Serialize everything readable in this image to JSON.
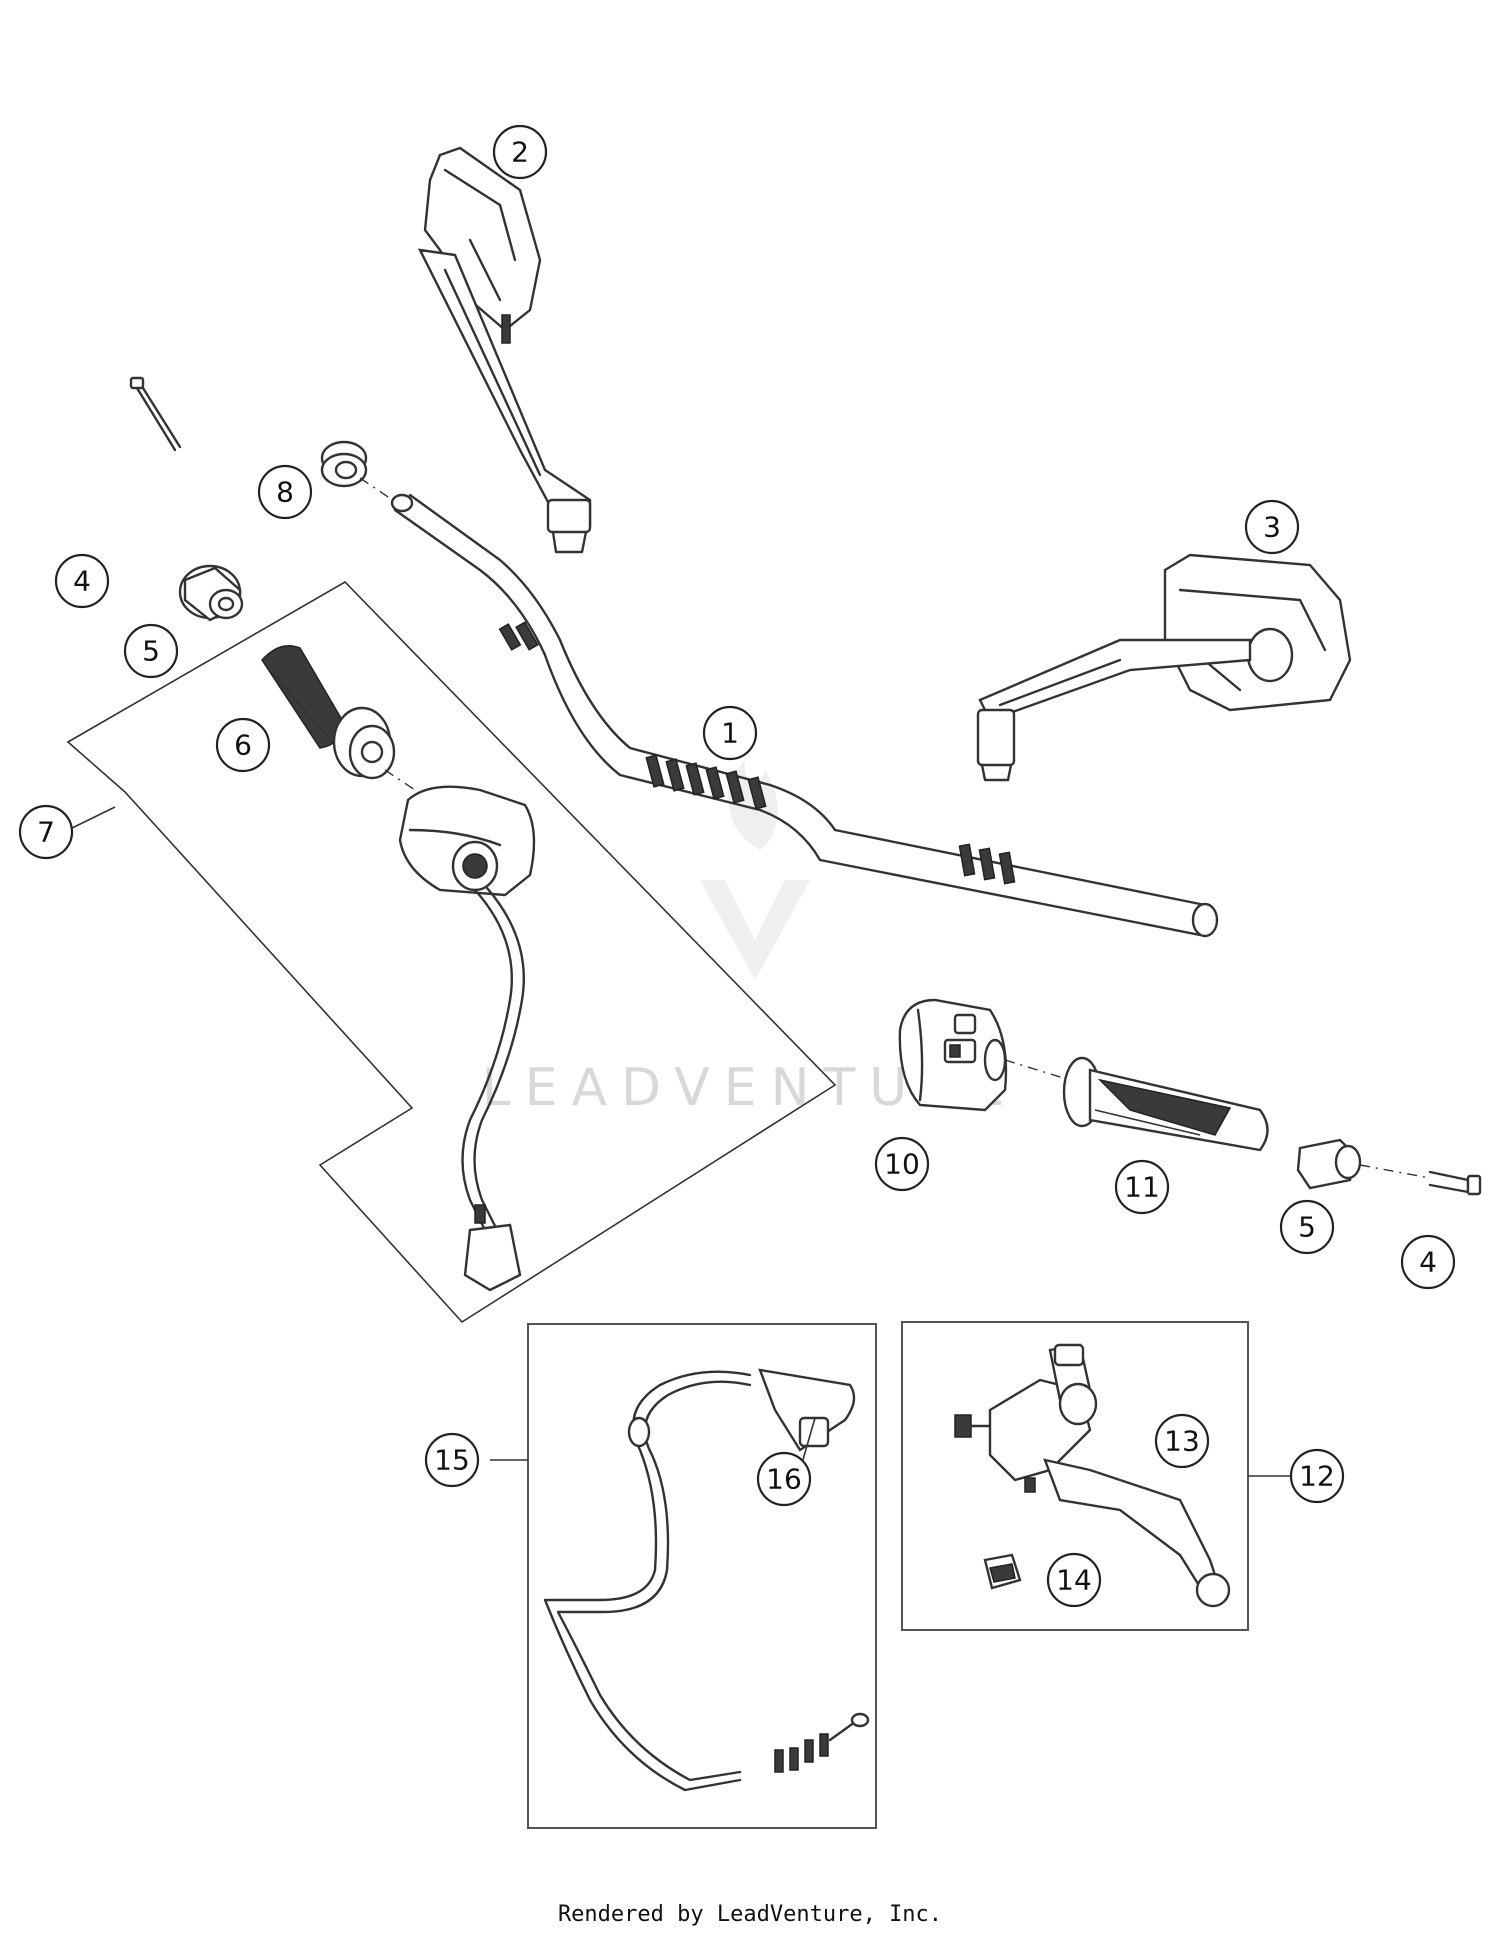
{
  "watermark": {
    "text": "LEADVENTURE"
  },
  "callouts": [
    {
      "id": "c1",
      "label": "1"
    },
    {
      "id": "c2",
      "label": "2"
    },
    {
      "id": "c3",
      "label": "3"
    },
    {
      "id": "c4a",
      "label": "4"
    },
    {
      "id": "c5a",
      "label": "5"
    },
    {
      "id": "c6",
      "label": "6"
    },
    {
      "id": "c7",
      "label": "7"
    },
    {
      "id": "c8",
      "label": "8"
    },
    {
      "id": "c10",
      "label": "10"
    },
    {
      "id": "c11",
      "label": "11"
    },
    {
      "id": "c5b",
      "label": "5"
    },
    {
      "id": "c4b",
      "label": "4"
    },
    {
      "id": "c15",
      "label": "15"
    },
    {
      "id": "c16",
      "label": "16"
    },
    {
      "id": "c13",
      "label": "13"
    },
    {
      "id": "c12",
      "label": "12"
    },
    {
      "id": "c14",
      "label": "14"
    }
  ],
  "footer": {
    "text": "Rendered by LeadVenture, Inc."
  }
}
